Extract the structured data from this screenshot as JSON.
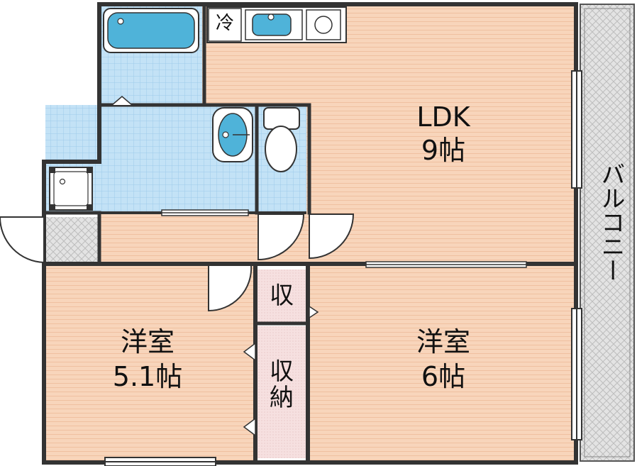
{
  "rooms": {
    "ldk": {
      "name": "LDK",
      "size": "9帖"
    },
    "room_a": {
      "name": "洋室",
      "size": "5.1帖"
    },
    "room_b": {
      "name": "洋室",
      "size": "6帖"
    },
    "storage_small": {
      "name": "収"
    },
    "storage_closet": {
      "name": "収納"
    }
  },
  "balcony": {
    "name": "バルコニー"
  },
  "fridge": {
    "label": "冷"
  },
  "colors": {
    "room_floor": "#f8d5bb",
    "floor_stripe": "#efc0a0",
    "wet_area": "#bfe0f5",
    "tile_line": "#8fc4e8",
    "fixture": "#4fb3d9",
    "closet": "#f6e0e0",
    "balcony": "#dcdcdc",
    "wall": "#333333"
  }
}
